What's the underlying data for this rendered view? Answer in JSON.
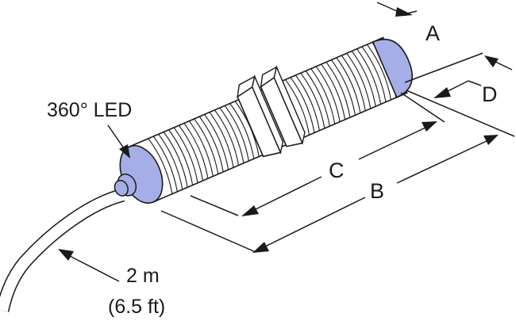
{
  "labels": {
    "a": "A",
    "b": "B",
    "c": "C",
    "d": "D",
    "led": "360° LED",
    "cable_length": "2 m",
    "cable_length_ft": "(6.5 ft)"
  },
  "colors": {
    "endcap": "#a6aee8",
    "outline": "#1a1a1a",
    "body": "#ffffff"
  }
}
